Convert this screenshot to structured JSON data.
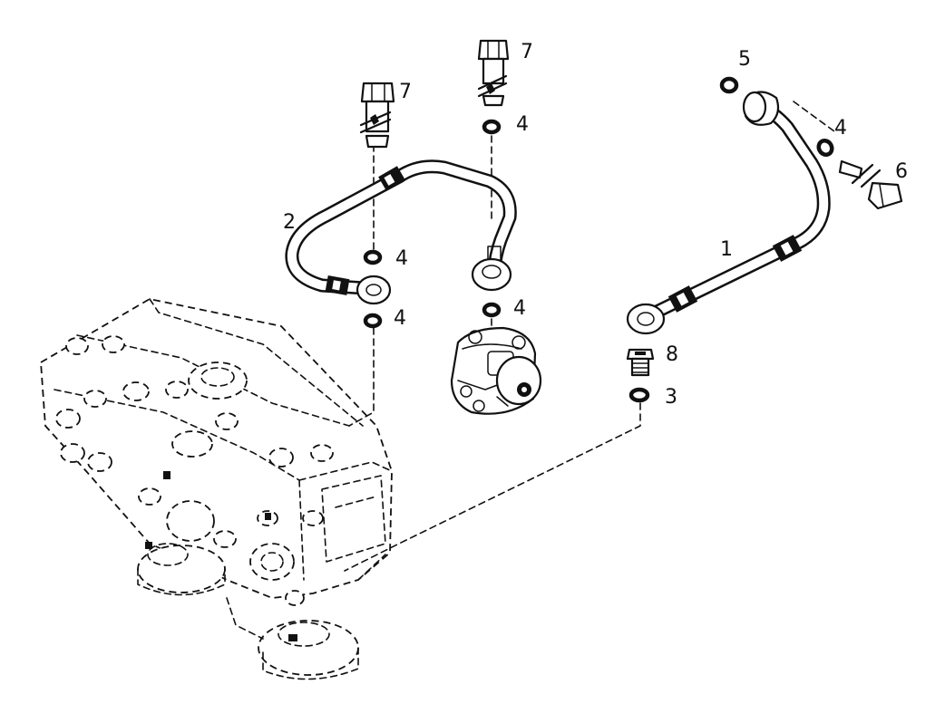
{
  "labels": {
    "pipe_1": "1",
    "pipe_2": "2",
    "washer_3": "3",
    "washer_4_top_right": "4",
    "washer_4_upper_mid": "4",
    "washer_4_left_upper": "4",
    "washer_4_left_lower": "4",
    "washer_4_pump": "4",
    "washer_5": "5",
    "bolt_6": "6",
    "bolt_7_left": "7",
    "bolt_7_mid": "7",
    "adapter_8": "8"
  },
  "colors": {
    "line": "#111111",
    "background": "#ffffff"
  }
}
